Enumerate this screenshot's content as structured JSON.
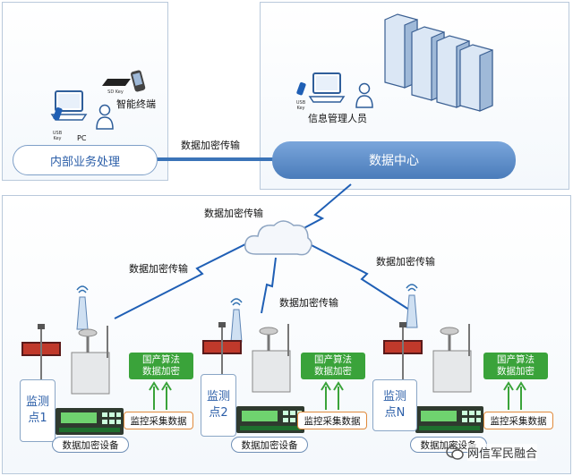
{
  "top_left": {
    "usb_key_left": "USB Key",
    "pc_label": "PC",
    "sd_key": "SD Key",
    "smart_terminal": "智能终端",
    "internal_processing": "内部业务处理"
  },
  "top_right": {
    "usb_key": "USB Key",
    "info_manager": "信息管理人员",
    "data_center": "数据中心"
  },
  "links": {
    "top_transfer": "数据加密传输",
    "cloud_transfer": "数据加密传输",
    "left_transfer": "数据加密传输",
    "middle_transfer": "数据加密传输",
    "right_transfer": "数据加密传输"
  },
  "sites": [
    {
      "point": "监测\n点1",
      "algo": "国产算法\n数据加密",
      "collect": "监控采集数据",
      "device": "数据加密设备"
    },
    {
      "point": "监测\n点2",
      "algo": "国产算法\n数据加密",
      "collect": "监控采集数据",
      "device": "数据加密设备"
    },
    {
      "point": "监测\n点N",
      "algo": "国产算法\n数据加密",
      "collect": "监控采集数据",
      "device": "数据加密设备"
    }
  ],
  "watermark": "网信军民融合",
  "colors": {
    "accent_blue": "#3b74b8",
    "pill_blue": "#5d8fca",
    "green": "#3aa33a",
    "orange": "#e08a3c"
  }
}
